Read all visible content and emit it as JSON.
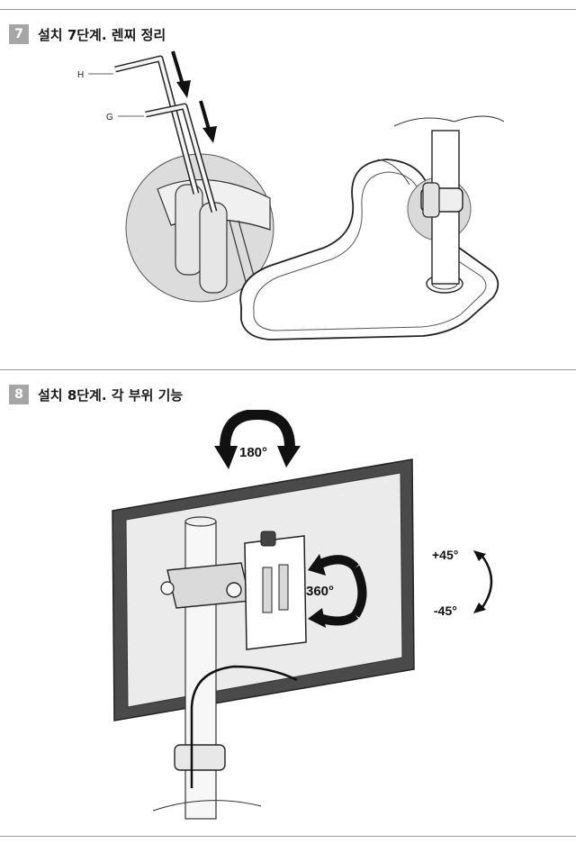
{
  "steps": [
    {
      "number": "7",
      "title": "설치 7단계. 렌찌 정리",
      "labels": {
        "wrench_h": "H",
        "wrench_g": "G"
      }
    },
    {
      "number": "8",
      "title": "설치 8단계. 각 부위 기능",
      "labels": {
        "swivel": "180°",
        "rotate": "360°",
        "tilt_up": "+45°",
        "tilt_down": "-45°"
      }
    }
  ]
}
